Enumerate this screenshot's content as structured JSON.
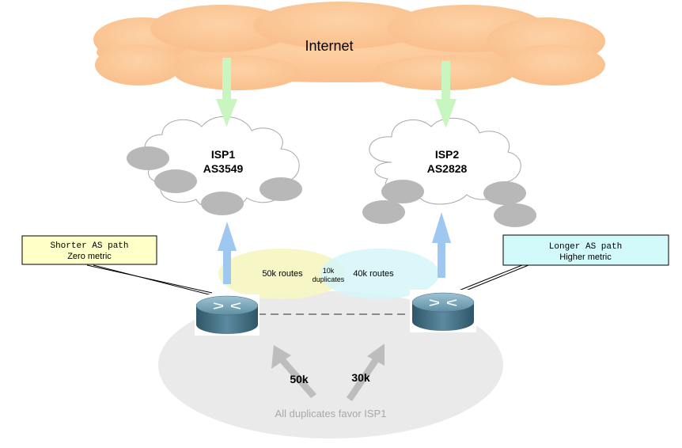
{
  "internet": {
    "label": "Internet"
  },
  "isp1": {
    "name": "ISP1",
    "as": "AS3549"
  },
  "isp2": {
    "name": "ISP2",
    "as": "AS2828"
  },
  "callout_left": {
    "line1": "Shorter AS path",
    "line2": "Zero metric"
  },
  "callout_right": {
    "line1": "Longer AS path",
    "line2": "Higher metric"
  },
  "overlap": {
    "left_routes": "50k routes",
    "duplicates_count": "10k",
    "duplicates_word": "duplicates",
    "right_routes": "40k routes"
  },
  "traffic": {
    "left": "50k",
    "right": "30k"
  },
  "footer": {
    "text": "All duplicates favor ISP1"
  },
  "colors": {
    "internet_cloud": "#fcc896",
    "green_arrow": "#c8f5c0",
    "blue_arrow": "#9ec8f0",
    "left_callout": "#ffffc8",
    "right_callout": "#d2fafa",
    "yellow_ellipse": "#f7f6c4",
    "cyan_ellipse": "#d6f6f8",
    "base_ellipse": "#eaeaea",
    "gray_blob": "#b8b8b8"
  }
}
